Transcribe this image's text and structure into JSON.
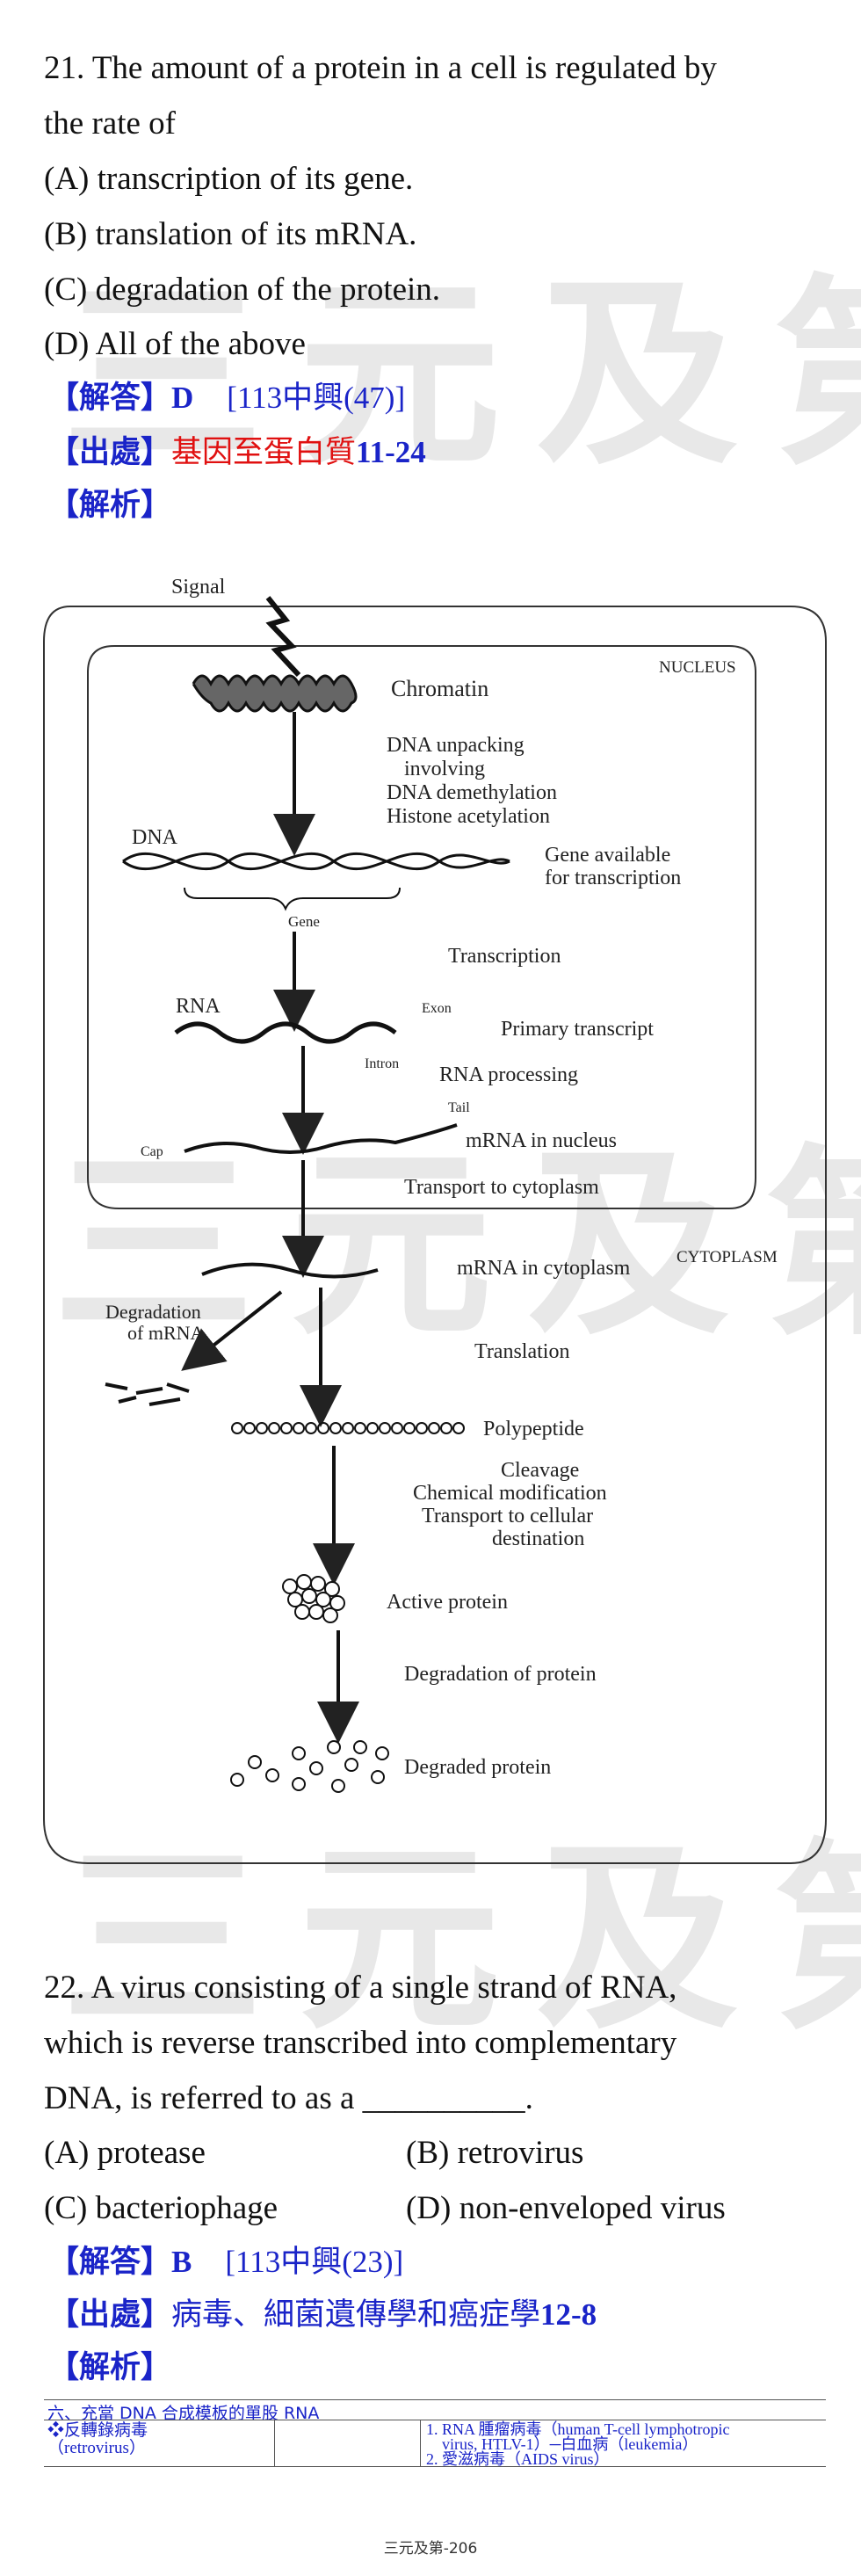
{
  "watermark": [
    "三元及第",
    "三元及第",
    "三元及第"
  ],
  "q21": {
    "lines": [
      "21. The amount of a protein in a cell is regulated by",
      "the rate of",
      "(A) transcription of its gene.",
      "(B) translation of its mRNA.",
      "(C) degradation of the protein.",
      "(D) All of the above"
    ],
    "answer_label": "【解答】",
    "answer_value": "D",
    "answer_ref": "[113中興(47)]",
    "source_label": "【出處】",
    "source_value": "基因至蛋白質",
    "source_ref": "11-24",
    "analysis_label": "【解析】"
  },
  "diagram": {
    "signal": "Signal",
    "nucleus": "NUCLEUS",
    "cytoplasm": "CYTOPLASM",
    "chromatin": "Chromatin",
    "unpack": [
      "DNA unpacking",
      "involving",
      "DNA demethylation",
      "Histone acetylation"
    ],
    "dna": "DNA",
    "gene_available": [
      "Gene available",
      "for transcription"
    ],
    "gene": "Gene",
    "transcription": "Transcription",
    "rna": "RNA",
    "exon": "Exon",
    "intron": "Intron",
    "primary": "Primary transcript",
    "processing": "RNA processing",
    "tail": "Tail",
    "cap": "Cap",
    "mrna_nucleus": "mRNA in nucleus",
    "transport": "Transport to cytoplasm",
    "mrna_cyto": "mRNA in cytoplasm",
    "degradation_mrna": [
      "Degradation",
      "of mRNA"
    ],
    "translation": "Translation",
    "polypeptide": "Polypeptide",
    "cleavage": [
      "Cleavage",
      "Chemical modification",
      "Transport to cellular",
      "destination"
    ],
    "active": "Active protein",
    "deg_protein": "Degradation of protein",
    "degraded": "Degraded protein"
  },
  "q22": {
    "lines": [
      "22. A virus consisting of a single strand of RNA,",
      "which is reverse transcribed into complementary",
      "DNA, is referred to as a __________."
    ],
    "options": [
      "(A) protease",
      "(B) retrovirus",
      "(C) bacteriophage",
      "(D) non-enveloped virus"
    ],
    "answer_label": "【解答】",
    "answer_value": "B",
    "answer_ref": "[113中興(23)]",
    "source_label": "【出處】",
    "source_value": "病毒、細菌遺傳學和癌症學",
    "source_ref": "12-8",
    "analysis_label": "【解析】"
  },
  "table": {
    "header": "六、充當 DNA 合成模板的單股 RNA",
    "col1": [
      "❖反轉錄病毒",
      "（retrovirus）"
    ],
    "col3": [
      "1. RNA 腫瘤病毒（human T-cell lymphotropic",
      "virus, HTLV-1）─白血病（leukemia）",
      "2. 愛滋病毒（AIDS virus）"
    ]
  },
  "footer": "三元及第-206"
}
